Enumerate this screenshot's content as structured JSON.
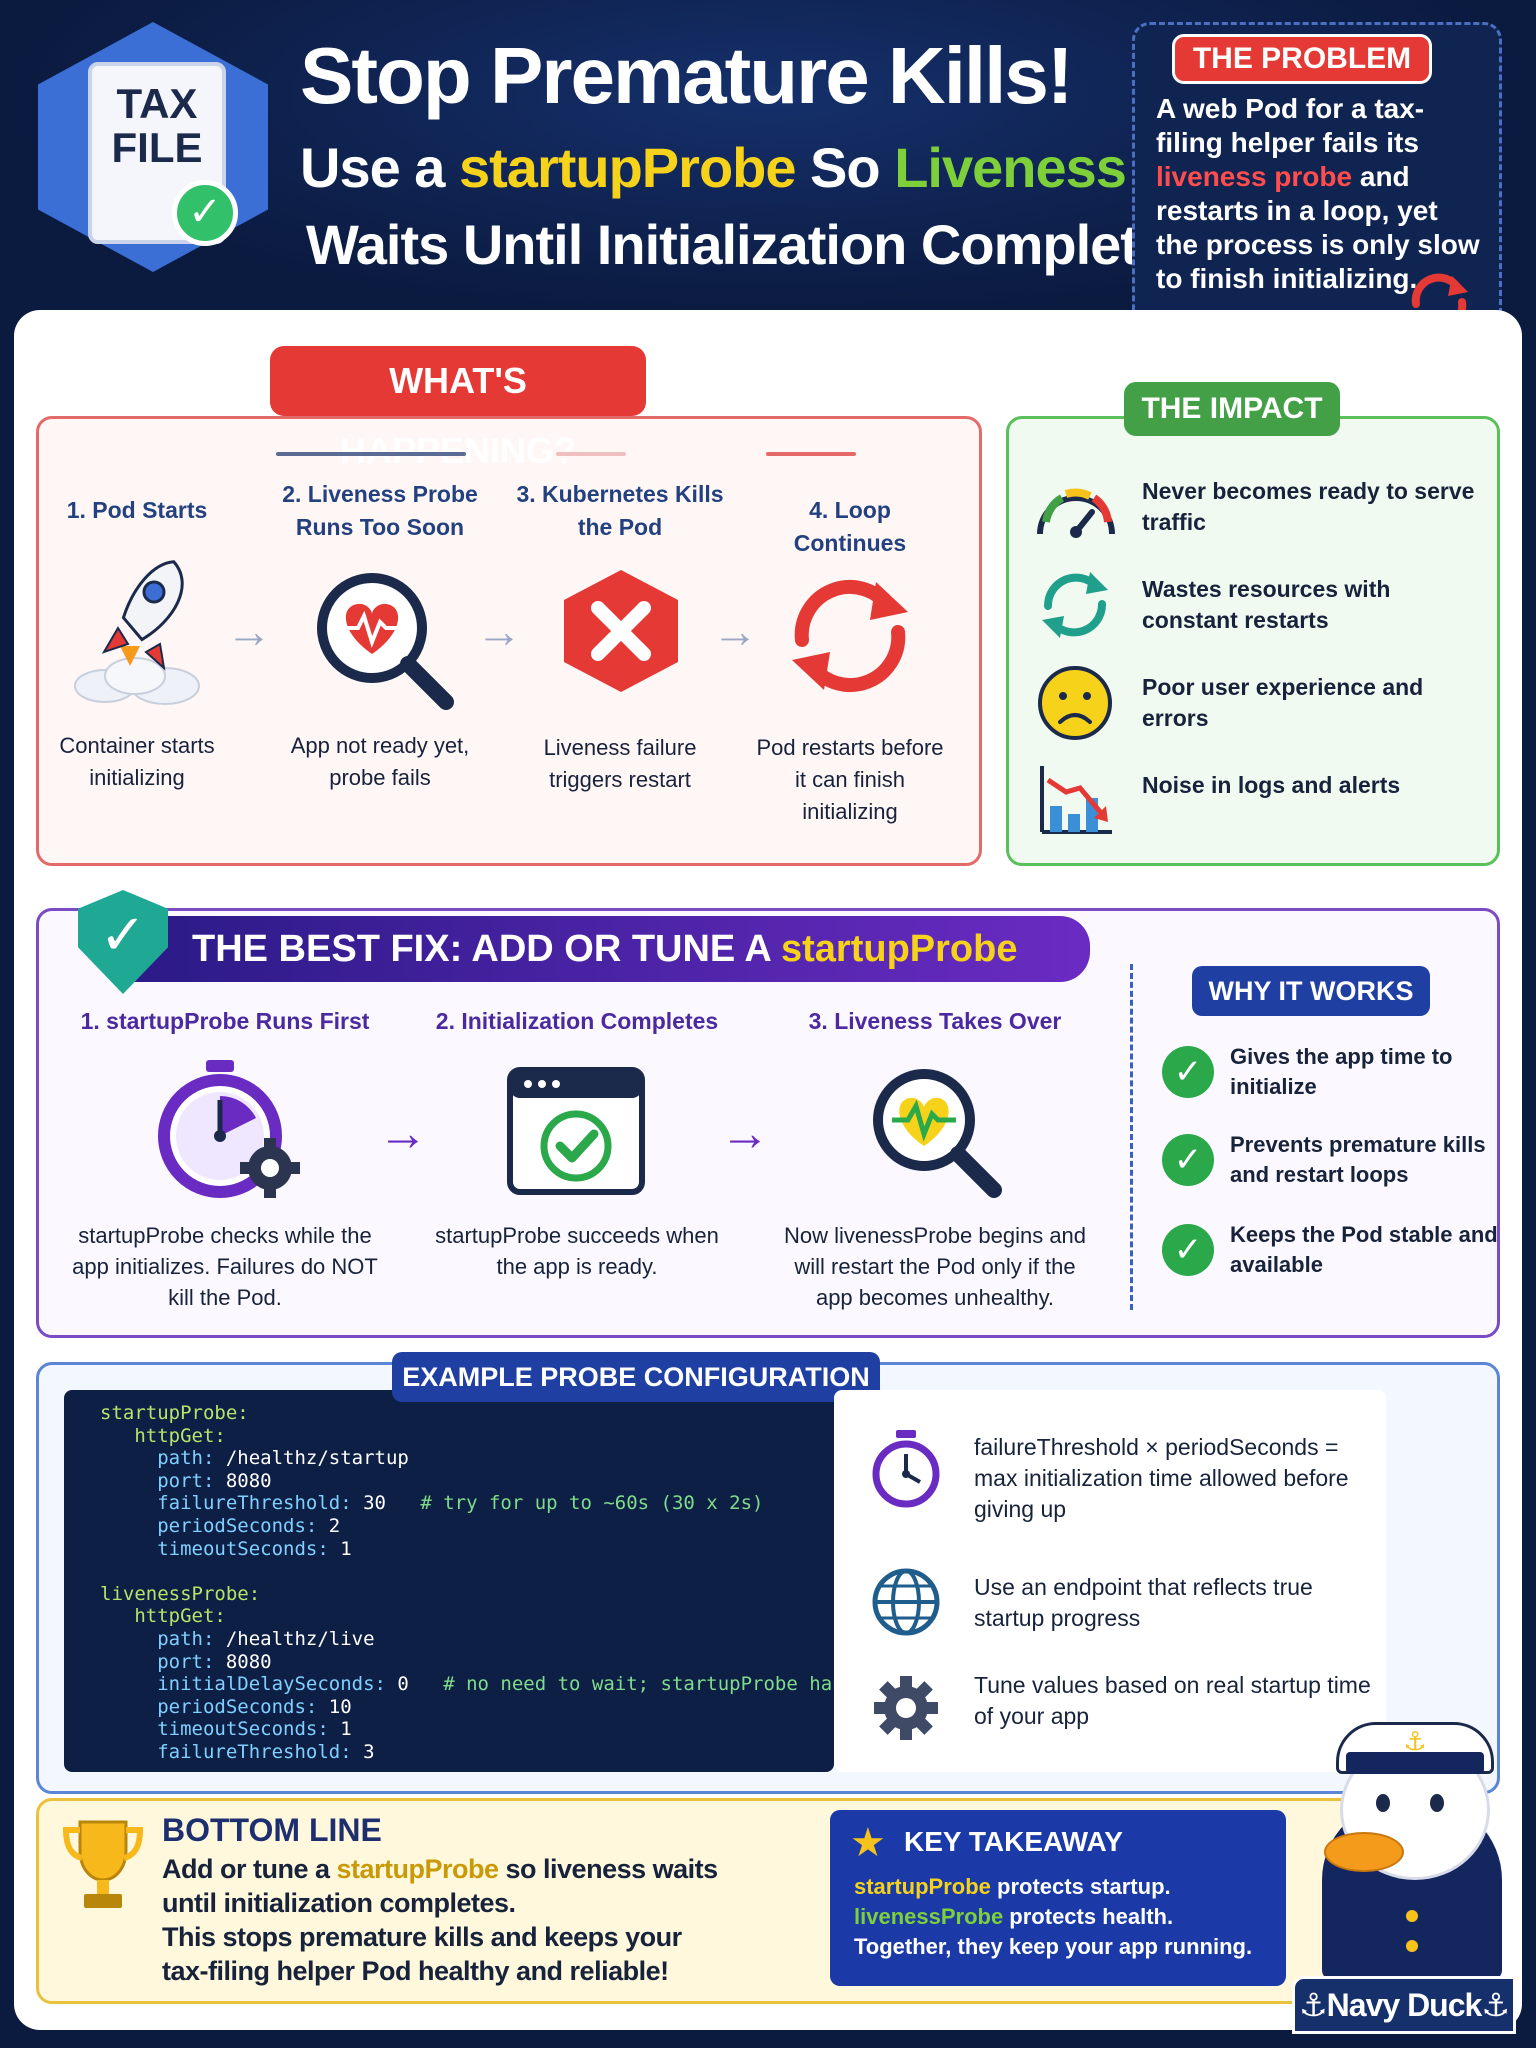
{
  "header": {
    "tax_icon_text": "TAX\nFILE",
    "title_line1": "Stop Premature Kills!",
    "title_line2_a": "Use a ",
    "title_line2_b": "startupProbe",
    "title_line2_c": " So ",
    "title_line2_d": "Liveness",
    "title_line3": "Waits Until Initialization Completes",
    "colors": {
      "yellow": "#f6d21b",
      "green": "#7ed03a"
    }
  },
  "problem": {
    "tag": "THE PROBLEM",
    "text_a": "A web Pod for a tax-filing helper fails its ",
    "text_red": "liveness probe",
    "text_b": " and restarts in a loop, yet the process is only slow to finish initializing.",
    "icon": "restart-loop-icon"
  },
  "happening": {
    "tag": "WHAT'S HAPPENING?",
    "steps": [
      {
        "title": "1. Pod Starts",
        "desc": "Container starts initializing",
        "icon": "rocket-icon"
      },
      {
        "title": "2. Liveness Probe Runs Too Soon",
        "desc": "App not ready yet, probe fails",
        "icon": "heartbeat-magnifier-icon"
      },
      {
        "title": "3. Kubernetes Kills the Pod",
        "desc": "Liveness failure triggers restart",
        "icon": "red-x-hexagon-icon"
      },
      {
        "title": "4. Loop Continues",
        "desc": "Pod restarts before it can finish initializing",
        "icon": "red-loop-icon"
      }
    ]
  },
  "impact": {
    "tag": "THE IMPACT",
    "items": [
      {
        "text": "Never becomes ready to serve traffic",
        "icon": "gauge-icon"
      },
      {
        "text": "Wastes resources with constant restarts",
        "icon": "recycle-arrows-icon"
      },
      {
        "text": "Poor user experience and errors",
        "icon": "sad-face-icon"
      },
      {
        "text": "Noise in logs and alerts",
        "icon": "declining-chart-icon"
      }
    ]
  },
  "fix": {
    "banner_a": "THE BEST FIX: ADD OR TUNE A ",
    "banner_b": "startupProbe",
    "steps": [
      {
        "title": "1. startupProbe Runs First",
        "desc": "startupProbe checks while the app initializes. Failures do NOT kill the Pod.",
        "icon": "stopwatch-gear-icon"
      },
      {
        "title": "2. Initialization Completes",
        "desc": "startupProbe succeeds when the app is ready.",
        "icon": "browser-check-icon"
      },
      {
        "title": "3. Liveness Takes Over",
        "desc": "Now livenessProbe begins and will restart the Pod only if the app becomes unhealthy.",
        "icon": "heartbeat-magnifier-icon"
      }
    ],
    "why": {
      "tag": "WHY IT WORKS",
      "items": [
        "Gives the app time to initialize",
        "Prevents premature kills and restart loops",
        "Keeps the Pod stable and available"
      ]
    }
  },
  "config": {
    "tag": "EXAMPLE PROBE CONFIGURATION",
    "code": {
      "startup_key": "startupProbe:",
      "httpget": "httpGet:",
      "path_key": "path:",
      "startup_path": " /healthz/startup",
      "port_key": "port:",
      "port_val": " 8080",
      "ft_key": "failureThreshold:",
      "ft_val": " 30",
      "startup_comment": "# try for up to ~60s (30 x 2s)",
      "ps_key": "periodSeconds:",
      "ps_val_startup": " 2",
      "ts_key": "timeoutSeconds:",
      "ts_val": " 1",
      "liveness_key": "livenessProbe:",
      "live_path": " /healthz/live",
      "ids_key": "initialDelaySeconds:",
      "ids_val": " 0",
      "live_comment": "# no need to wait; startupProbe handles it",
      "ps_val_live": " 10",
      "ft_val_live": " 3"
    },
    "notes": [
      {
        "text": "failureThreshold × periodSeconds = max initialization time allowed before giving up",
        "icon": "stopwatch-icon"
      },
      {
        "text": "Use an endpoint that reflects true startup progress",
        "icon": "globe-icon"
      },
      {
        "text": "Tune values based on real startup time of your app",
        "icon": "gear-icon"
      }
    ]
  },
  "bottom": {
    "title": "BOTTOM LINE",
    "text_a": "Add or tune a ",
    "text_gold": "startupProbe",
    "text_b": " so liveness waits until initialization completes.",
    "text_c": "This stops premature kills and keeps your tax-filing helper Pod healthy and reliable!",
    "icon": "trophy-icon"
  },
  "takeaway": {
    "title": "KEY TAKEAWAY",
    "l1_a": "startupProbe",
    "l1_b": " protects startup.",
    "l2_a": "livenessProbe",
    "l2_b": " protects health.",
    "l3": "Together, they keep your app running.",
    "icon": "star-icon"
  },
  "brand": {
    "badge": "⚓Navy Duck⚓",
    "icon": "navy-duck-mascot-icon"
  }
}
